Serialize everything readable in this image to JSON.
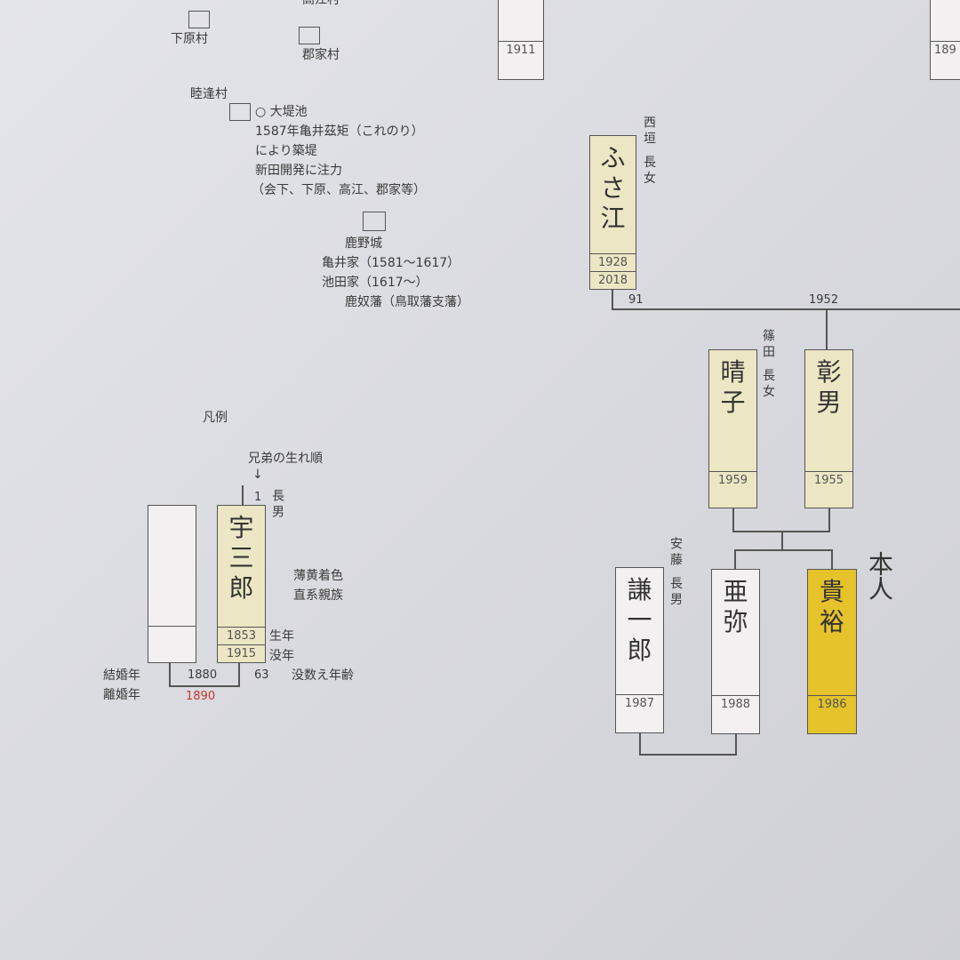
{
  "villages": {
    "takae": "高江村",
    "shimohara": "下原村",
    "gunke": "郡家村",
    "mutsuai": "睦逢村"
  },
  "pond": {
    "title": "○ 大堤池",
    "line1": "1587年亀井茲矩（これのり）",
    "line2": "により築堤",
    "line3": "新田開発に注力",
    "line4": "（会下、下原、高江、郡家等）"
  },
  "castle": {
    "title": "鹿野城",
    "line1": "亀井家（1581～1617）",
    "line2": "池田家（1617～）",
    "line3": "鹿奴藩（鳥取藩支藩）"
  },
  "legend": {
    "title": "凡例",
    "birth_order_label": "兄弟の生れ順",
    "arrow": "↓",
    "order_number": "1",
    "relation": "長男",
    "sample_name": [
      "宇",
      "三",
      "郎"
    ],
    "birth_year": "1853",
    "death_year": "1915",
    "birth_label": "生年",
    "death_label": "没年",
    "color_note1": "薄黄着色",
    "color_note2": "直系親族",
    "marriage_label": "結婚年",
    "divorce_label": "離婚年",
    "marriage_year": "1880",
    "divorce_year": "1890",
    "age": "63",
    "age_label": "没数え年齢"
  },
  "tree": {
    "top_mid_year": "1911",
    "top_right_year": "189",
    "fusae": {
      "name": [
        "ふ",
        "さ",
        "江"
      ],
      "birth": "1928",
      "death": "2018",
      "note": "西垣 長女",
      "age": "91"
    },
    "marriage_year": "1952",
    "haruko": {
      "name": [
        "晴",
        "子"
      ],
      "birth": "1959",
      "note": "篠田 長女"
    },
    "akio": {
      "name": [
        "彰",
        "男"
      ],
      "birth": "1955"
    },
    "kenichiro": {
      "name": [
        "謙",
        "一",
        "郎"
      ],
      "birth": "1987",
      "note": "安藤 長男"
    },
    "aya": {
      "name": [
        "亜",
        "弥"
      ],
      "birth": "1988"
    },
    "takahiro": {
      "name": [
        "貴",
        "裕"
      ],
      "birth": "1986"
    },
    "self_label": "本人"
  }
}
